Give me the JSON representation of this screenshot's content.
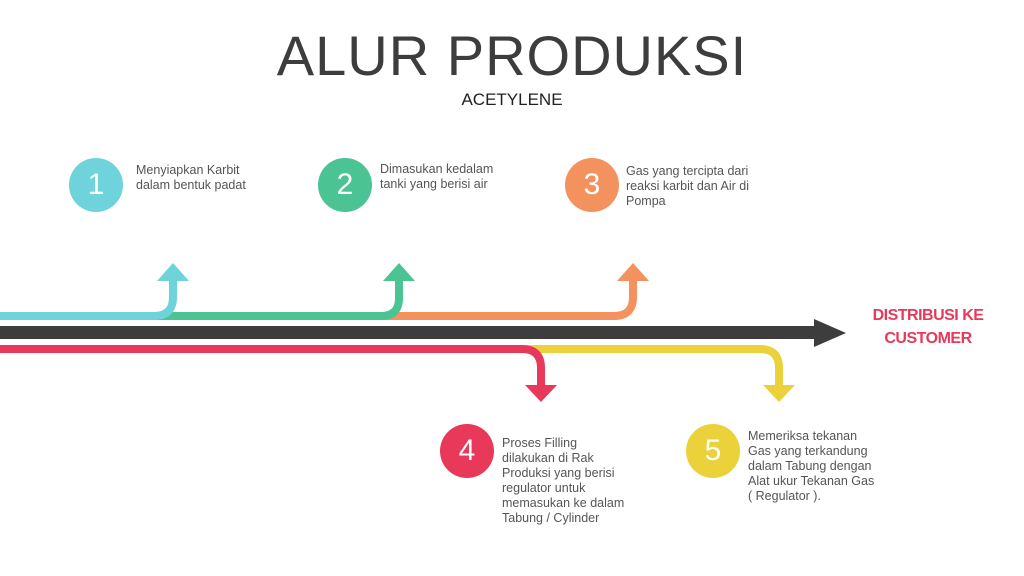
{
  "header": {
    "title": "ALUR PRODUKSI",
    "subtitle": "ACETYLENE"
  },
  "destination": "DISTRIBUSI KE\nCUSTOMER",
  "colors": {
    "cyan": "#6fd3dc",
    "green": "#4cc393",
    "orange": "#f3925f",
    "red": "#e8395a",
    "yellow": "#ecd23a",
    "main": "#3d3d3d"
  },
  "steps": [
    {
      "number": "1",
      "text": "Menyiapkan Karbit\ndalam bentuk padat"
    },
    {
      "number": "2",
      "text": "Dimasukan kedalam\ntanki yang berisi air"
    },
    {
      "number": "3",
      "text": "Gas yang tercipta dari\nreaksi karbit dan Air di\nPompa"
    },
    {
      "number": "4",
      "text": "Proses Filling\ndilakukan di Rak\nProduksi yang berisi\nregulator untuk\nmemasukan ke dalam\nTabung / Cylinder"
    },
    {
      "number": "5",
      "text": "Memeriksa tekanan\nGas yang terkandung\ndalam Tabung dengan\nAlat ukur Tekanan Gas\n( Regulator )."
    }
  ]
}
